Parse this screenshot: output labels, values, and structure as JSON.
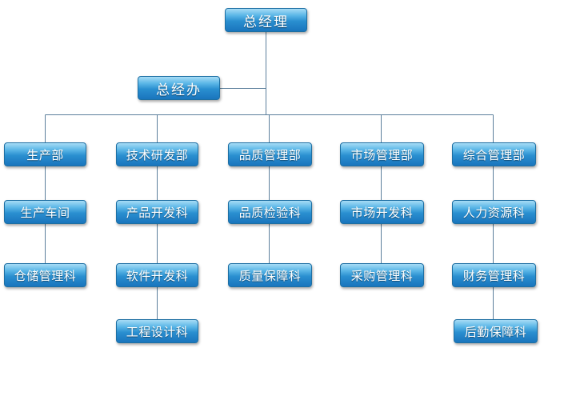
{
  "org": {
    "ceo": "总经理",
    "office": "总经办",
    "departments": [
      {
        "name": "生产部",
        "units": [
          "生产车间",
          "仓储管理科"
        ]
      },
      {
        "name": "技术研发部",
        "units": [
          "产品开发科",
          "软件开发科",
          "工程设计科"
        ]
      },
      {
        "name": "品质管理部",
        "units": [
          "品质检验科",
          "质量保障科"
        ]
      },
      {
        "name": "市场管理部",
        "units": [
          "市场开发科",
          "采购管理科"
        ]
      },
      {
        "name": "综合管理部",
        "units": [
          "人力资源科",
          "财务管理科",
          "后勤保障科"
        ]
      }
    ]
  },
  "colors": {
    "connector": "#5b7f9b",
    "box_top": "#a7dcf6",
    "box_bottom": "#1975bd",
    "text": "#ffffff"
  }
}
